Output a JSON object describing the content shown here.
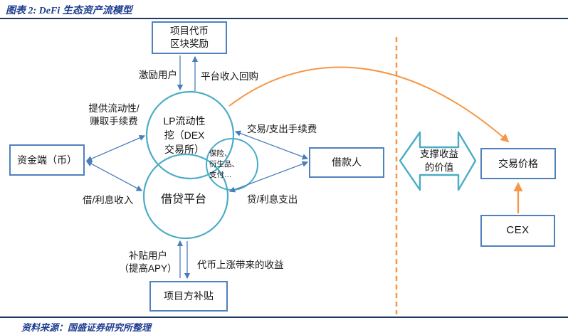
{
  "header": {
    "title": "图表 2:  DeFi 生态资产流模型"
  },
  "footer": {
    "source": "资料来源：国盛证券研究所整理"
  },
  "colors": {
    "navy_rule": "#1f3864",
    "title_text": "#1e3d8f",
    "box_border": "#4f81bd",
    "circle_stroke": "#4bacc6",
    "arrow_blue": "#4a7ebb",
    "orange": "#f79646",
    "label_text": "#141414"
  },
  "boxes": {
    "project_token": {
      "line1": "项目代币",
      "line2": "区块奖励"
    },
    "funding_side": {
      "label": "资金端（币）"
    },
    "borrower": {
      "label": "借款人"
    },
    "trade_price": {
      "label": "交易价格"
    },
    "cex": {
      "label": "CEX"
    },
    "project_subsidy": {
      "label": "项目方补贴"
    }
  },
  "circles": {
    "lp_dex": {
      "line1": "LP流动性",
      "line2": "挖（DEX",
      "line3": "交易所）"
    },
    "lending": {
      "label": "借贷平台"
    },
    "services": {
      "line1": "保险、",
      "line2": "衍生品、",
      "line3": "支付…"
    }
  },
  "edge_labels": {
    "incentivize_users": "激励用户",
    "platform_buyback": "平台收入回购",
    "provide_liquidity_1": "提供流动性/",
    "provide_liquidity_2": "赚取手续费",
    "lend_interest_income": "借/利息收入",
    "trade_fees": "交易/支出手续费",
    "loan_interest_expense": "贷/利息支出",
    "subsidize_users_1": "补贴用户",
    "subsidize_users_2": "（提高APY）",
    "token_rise_gain": "代币上涨带来的收益",
    "support_value_1": "支撑收益",
    "support_value_2": "的价值"
  }
}
